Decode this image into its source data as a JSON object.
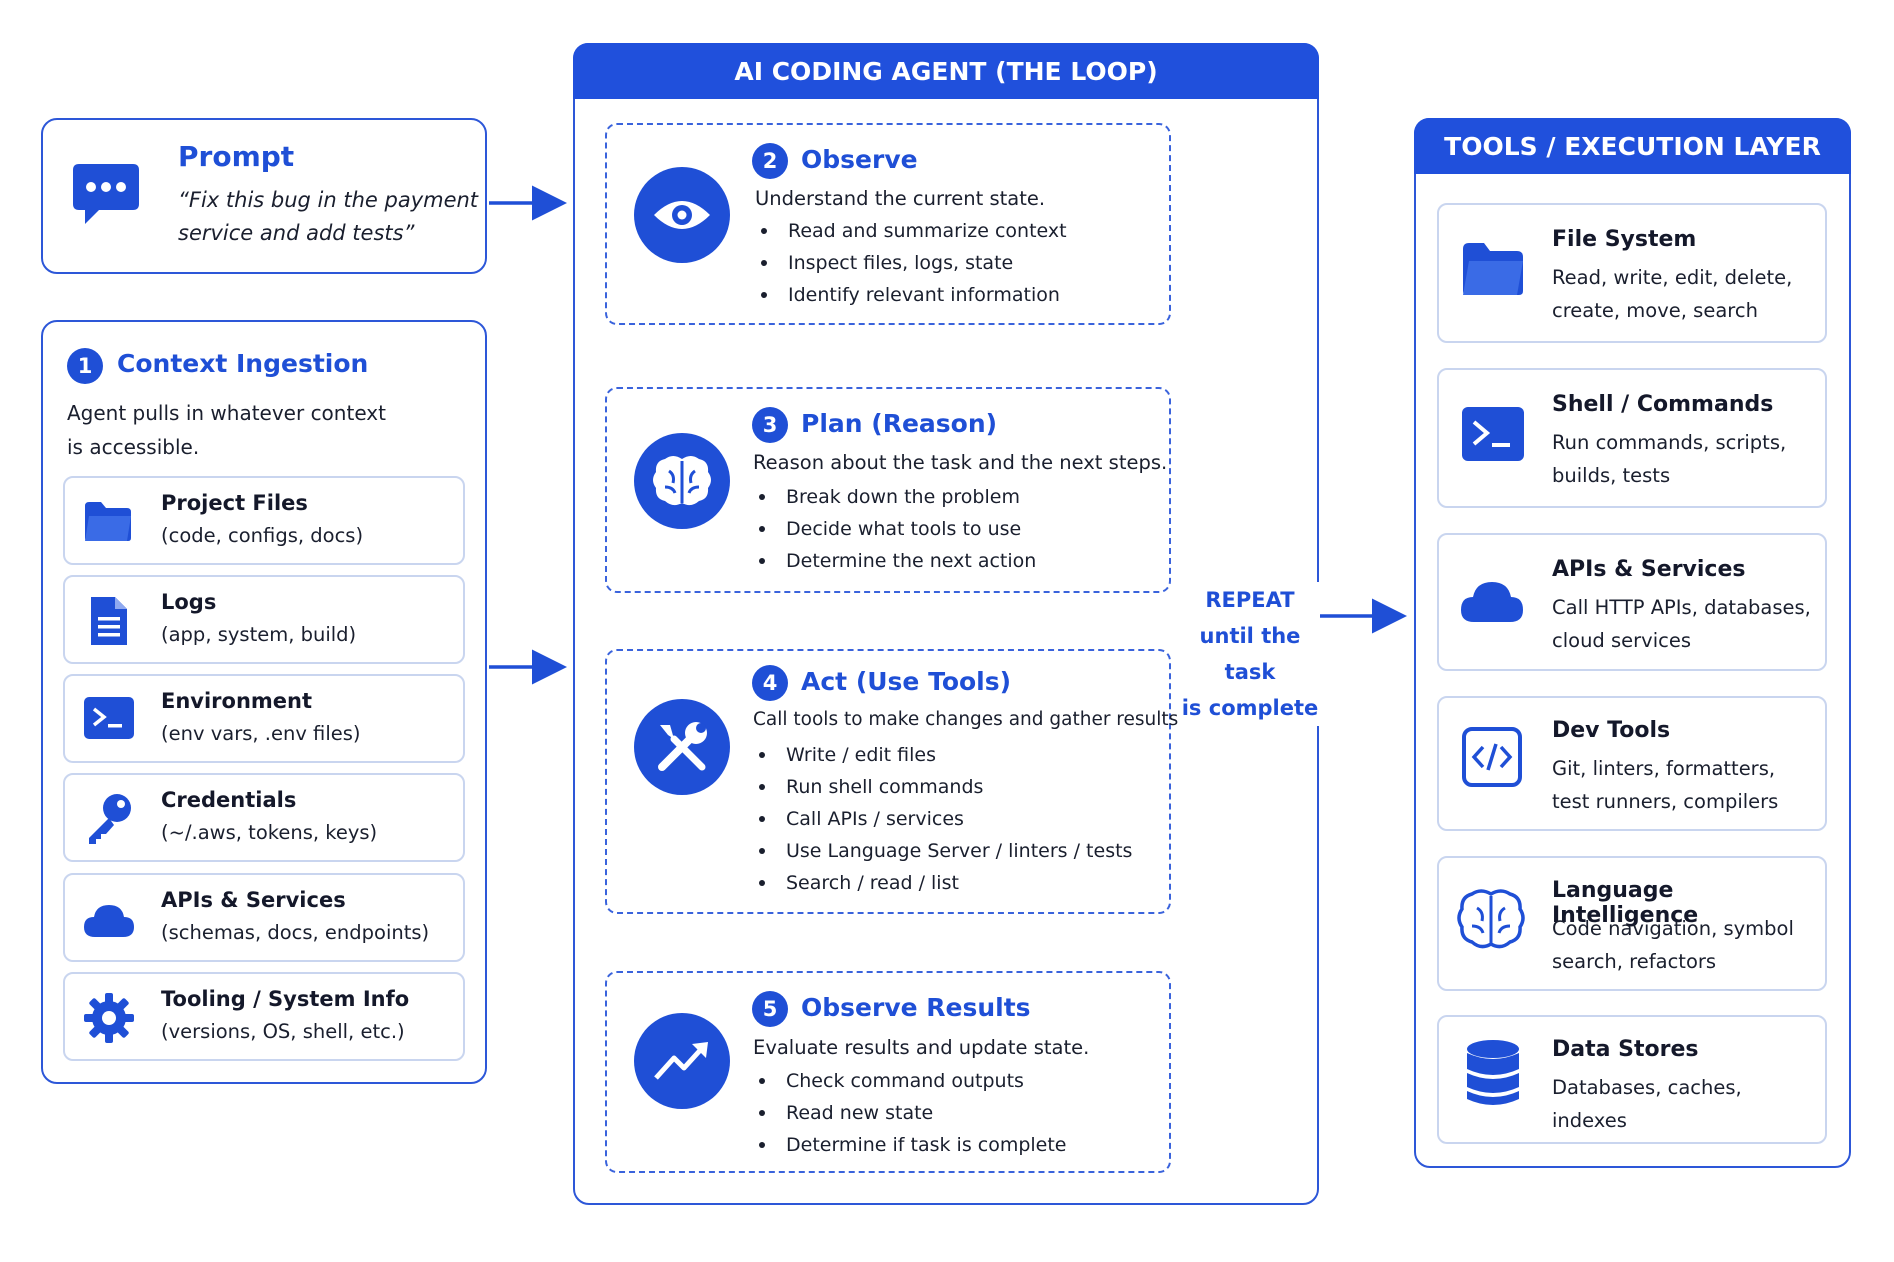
{
  "prompt": {
    "title": "Prompt",
    "quote_line1": "“Fix this bug in the payment",
    "quote_line2": "service and add tests”"
  },
  "context": {
    "number": "1",
    "title": "Context Ingestion",
    "desc_line1": "Agent pulls in whatever context",
    "desc_line2": "is accessible.",
    "items": [
      {
        "title": "Project Files",
        "sub": "(code, configs, docs)",
        "icon": "folder-icon"
      },
      {
        "title": "Logs",
        "sub": "(app, system, build)",
        "icon": "document-icon"
      },
      {
        "title": "Environment",
        "sub": "(env vars, .env files)",
        "icon": "terminal-icon"
      },
      {
        "title": "Credentials",
        "sub": "(~/.aws, tokens, keys)",
        "icon": "key-icon"
      },
      {
        "title": "APIs & Services",
        "sub": "(schemas, docs, endpoints)",
        "icon": "cloud-icon"
      },
      {
        "title": "Tooling / System Info",
        "sub": "(versions, OS, shell, etc.)",
        "icon": "gear-icon"
      }
    ]
  },
  "loop": {
    "header": "AI CODING AGENT (THE LOOP)",
    "steps": [
      {
        "number": "2",
        "title": "Observe",
        "desc": "Understand the current state.",
        "icon": "eye-icon",
        "bullets": [
          "Read and summarize context",
          "Inspect files, logs, state",
          "Identify relevant information"
        ]
      },
      {
        "number": "3",
        "title": "Plan (Reason)",
        "desc": "Reason about the task and the next steps.",
        "icon": "brain-icon",
        "bullets": [
          "Break down the problem",
          "Decide what tools to use",
          "Determine the next action"
        ]
      },
      {
        "number": "4",
        "title": "Act (Use Tools)",
        "desc": "Call tools to make changes and gather results.",
        "icon": "tools-icon",
        "bullets": [
          "Write / edit files",
          "Run shell commands",
          "Call APIs / services",
          "Use Language Server / linters / tests",
          "Search / read / list"
        ]
      },
      {
        "number": "5",
        "title": "Observe Results",
        "desc": "Evaluate results and update state.",
        "icon": "trend-up-icon",
        "bullets": [
          "Check command outputs",
          "Read new state",
          "Determine if task is complete"
        ]
      }
    ],
    "repeat_line1": "REPEAT",
    "repeat_line2": "until the task",
    "repeat_line3": "is complete"
  },
  "tools": {
    "header": "TOOLS / EXECUTION LAYER",
    "items": [
      {
        "title": "File System",
        "line1": "Read, write, edit, delete,",
        "line2": "create, move, search",
        "icon": "folder-icon"
      },
      {
        "title": "Shell / Commands",
        "line1": "Run commands, scripts,",
        "line2": "builds, tests",
        "icon": "terminal-icon"
      },
      {
        "title": "APIs & Services",
        "line1": "Call HTTP APIs, databases,",
        "line2": "cloud services",
        "icon": "cloud-icon"
      },
      {
        "title": "Dev Tools",
        "line1": "Git, linters, formatters,",
        "line2": "test runners, compilers",
        "icon": "code-icon"
      },
      {
        "title": "Language Intelligence",
        "line1": "Code navigation, symbol",
        "line2": "search, refactors",
        "icon": "brain-icon"
      },
      {
        "title": "Data Stores",
        "line1": "Databases, caches,",
        "line2": "indexes",
        "icon": "database-icon"
      }
    ]
  },
  "colors": {
    "accent": "#1f4fd6",
    "header_bg": "#2050dc",
    "card_border": "#c9d5ef"
  }
}
